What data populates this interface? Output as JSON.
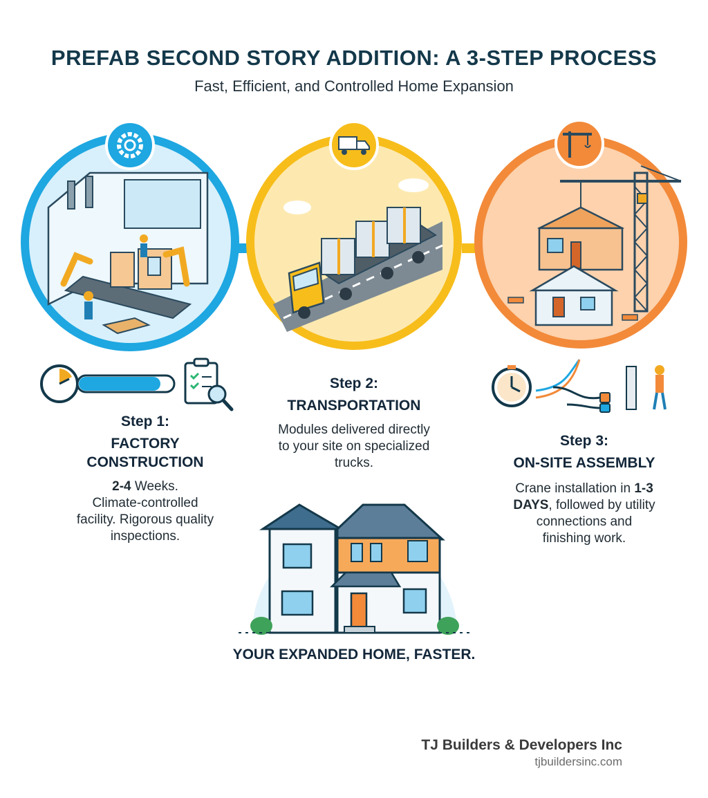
{
  "header": {
    "title": "PREFAB SECOND STORY ADDITION: A 3-STEP PROCESS",
    "subtitle": "Fast, Efficient, and Controlled Home Expansion"
  },
  "steps": [
    {
      "number_label": "Step 1:",
      "name_line1": "FACTORY",
      "name_line2": "CONSTRUCTION",
      "body_bold": "2-4",
      "body_rest": " Weeks.",
      "body_line2": "Climate-controlled",
      "body_line3": "facility. Rigorous quality",
      "body_line4": "inspections.",
      "badge_icon": "gear-icon",
      "accent": "#1ea7e1"
    },
    {
      "number_label": "Step 2:",
      "name_line1": "TRANSPORTATION",
      "body_line1": "Modules delivered directly",
      "body_line2": "to your site on specialized",
      "body_line3": "trucks.",
      "badge_icon": "truck-icon",
      "accent": "#f7bd1b"
    },
    {
      "number_label": "Step 3:",
      "name_line1": "ON-SITE ASSEMBLY",
      "body_line1_a": "Crane installation in ",
      "body_line1_b": "1-3",
      "body_line2_a": "DAYS",
      "body_line2_b": ", followed by utility",
      "body_line3": "connections and",
      "body_line4": "finishing work.",
      "badge_icon": "crane-icon",
      "accent": "#f28a3a"
    }
  ],
  "footer": {
    "tagline": "YOUR EXPANDED HOME, FASTER.",
    "company": "TJ Builders & Developers Inc",
    "website": "tjbuildersinc.com"
  },
  "colors": {
    "step1": "#1ea7e1",
    "step2": "#f7bd1b",
    "step3": "#f28a3a",
    "navy": "#13384a"
  }
}
